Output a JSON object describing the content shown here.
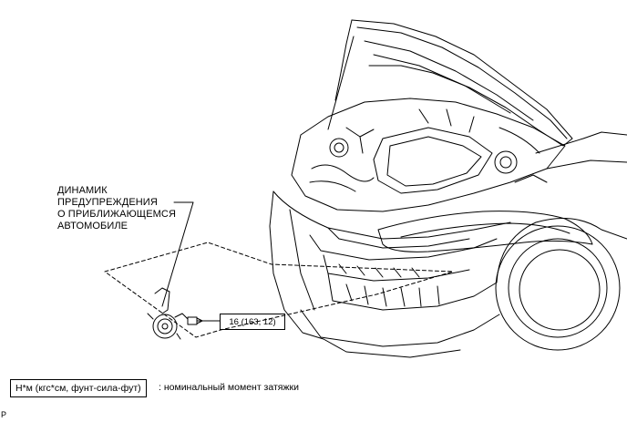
{
  "callout": {
    "lines": [
      "ДИНАМИК",
      "ПРЕДУПРЕЖДЕНИЯ",
      "О ПРИБЛИЖАЮЩЕМСЯ",
      "АВТОМОБИЛЕ"
    ]
  },
  "torque_spec": "16 (163, 12)",
  "legend": {
    "unit_box": "Н*м (кгс*см, фунт-сила-фут)",
    "description": ": номинальный момент затяжки"
  },
  "page_code": "P",
  "colors": {
    "ink": "#000000",
    "background": "#ffffff"
  }
}
